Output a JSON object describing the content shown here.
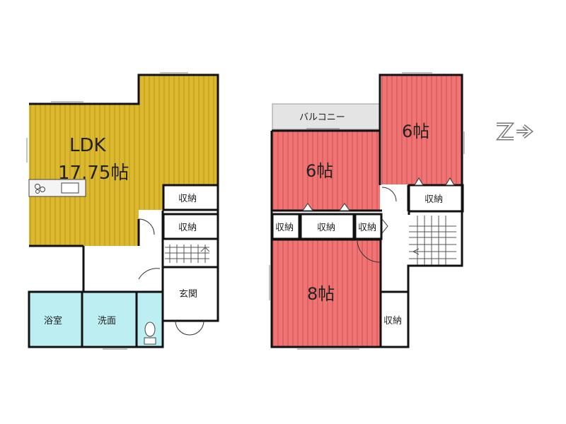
{
  "floor1": {
    "ldk": {
      "name": "LDK",
      "size": "17.75帖"
    },
    "storage_upper": "収納",
    "storage_lower": "収納",
    "bath": "浴室",
    "washroom": "洗面",
    "entrance": "玄関"
  },
  "floor2": {
    "balcony": "バルコニー",
    "room_left": "6帖",
    "room_right": "6帖",
    "room_bottom": "8帖",
    "storage_a": "収納",
    "storage_b": "収納",
    "storage_c": "収納",
    "storage_d": "収納",
    "storage_e": "収納"
  },
  "colors": {
    "ldk_fill": "#dcb82e",
    "bedroom_fill": "#f07474",
    "wet_fill": "#bdeef2",
    "balcony_fill": "#e4e4e4",
    "wall": "#111111"
  },
  "compass_icon": "north-arrow-icon"
}
